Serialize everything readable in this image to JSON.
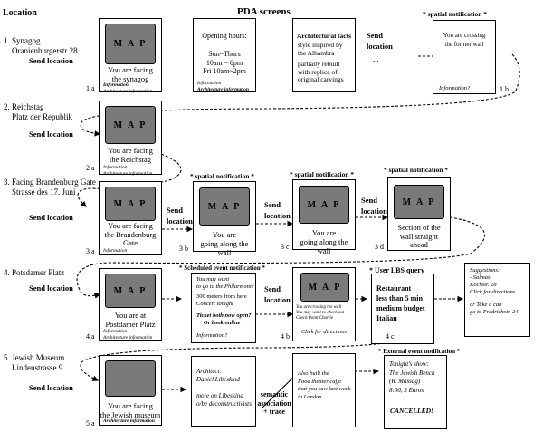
{
  "headers": {
    "location": "Location",
    "pda": "PDA screens"
  },
  "map_label": "M A P",
  "send_location": "Send location",
  "send_short": [
    "Send",
    "location"
  ],
  "spatial_notification": "* spatial notification *",
  "info_line": "Information",
  "arch_info": "Architecture information",
  "rows": [
    {
      "location": [
        "1. Synagog",
        "Oranienburgerstr 28"
      ]
    },
    {
      "location": [
        "2. Reichstag",
        "Platz der Republik"
      ]
    },
    {
      "location": [
        "3. Facing Brandenburg Gate",
        "Strasse des 17. Juni"
      ]
    },
    {
      "location": [
        "4. Potsdamer Platz"
      ]
    },
    {
      "location": [
        "5. Jewish Museum",
        "Lindenstrasse 9"
      ]
    }
  ],
  "row1": {
    "s1a": {
      "label": "1 a",
      "caption": [
        "You are facing",
        "the synagog"
      ]
    },
    "hours": {
      "title": "Opening hours:",
      "lines": [
        "Sun~Thurs",
        "10am ~ 6pm",
        "Fri 10am~2pm"
      ],
      "info": "Information",
      "arch": "Architecture information"
    },
    "facts": {
      "title": "Architectural facts",
      "lines": [
        "style inspired by",
        "the Alhambra",
        "",
        "partially rebuilt",
        "with replica of",
        "original carvings"
      ]
    },
    "dots": "...",
    "s1b": {
      "label": "1 b",
      "lines": [
        "You are crossing",
        "the former wall"
      ],
      "info": "Information?"
    }
  },
  "row2": {
    "s2a": {
      "label": "2 a",
      "caption": [
        "You are facing",
        "the Reichstag"
      ]
    }
  },
  "row3": {
    "s3a": {
      "label": "3 a",
      "caption": [
        "You are facing",
        "the Brandenburg",
        "Gate"
      ]
    },
    "s3b": {
      "label": "3 b",
      "caption": [
        "You are",
        "going along the wall"
      ]
    },
    "s3c": {
      "label": "3 c",
      "caption": [
        "You are",
        "going along the wall"
      ]
    },
    "s3d": {
      "label": "3 d",
      "caption": [
        "Section of the",
        "wall straight",
        "ahead"
      ]
    }
  },
  "row4": {
    "s4a": {
      "label": "4 a",
      "caption": [
        "You are at",
        "Postdamer Platz"
      ]
    },
    "scheduled": {
      "title": "* Scheduled event notification *",
      "lines": [
        "You may want",
        "to go to the Philarmonie",
        "300 meters from here",
        "Concert tonight"
      ],
      "ticket": [
        "Ticket both now open?",
        "Or book online"
      ],
      "info": "Information?"
    },
    "s4b": {
      "label": "4 b",
      "small": [
        "You are crossing the wall",
        "You may want to check out",
        "Check Point Charlie"
      ],
      "dir": "Click for directions"
    },
    "lbs": {
      "title": "* User LBS query",
      "lines": [
        "Restaurant",
        "less than 5 min",
        "medium budget",
        "Italian"
      ],
      "label": "4 c"
    },
    "sugg": {
      "lines": [
        "Suggestions:",
        "- Salmas",
        "Kochstr. 28",
        "Click for directions",
        "",
        "or Take a cab",
        "go to Fredrichstr. 24"
      ]
    }
  },
  "row5": {
    "s5a": {
      "label": "5 a",
      "caption": [
        "You are facing",
        "the Jewish museum"
      ]
    },
    "architect": {
      "lines": [
        "Architect:",
        "Daniel Libeskind",
        "",
        "more on Libeskind",
        "o/be deconstructivists"
      ]
    },
    "semantic": [
      "semantic",
      "association",
      "+ trace"
    ],
    "food": {
      "lines": [
        "Also built the",
        "Food theater caffe",
        "that you saw last week",
        "in London"
      ]
    },
    "external": {
      "title": "* External event notification *",
      "lines": [
        "Tonight's show:",
        "The Jewish Bench",
        "(R. Massag)",
        "8:00, 3 Euros"
      ],
      "cancel": "CANCELLED!"
    }
  }
}
